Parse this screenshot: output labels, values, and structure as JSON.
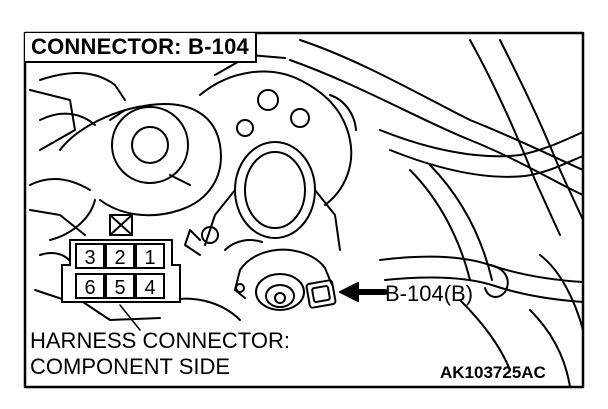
{
  "title": "CONNECTOR: B-104",
  "callout_label": "B-104(B)",
  "harness_label_line1": "HARNESS CONNECTOR:",
  "harness_label_line2": "COMPONENT SIDE",
  "figure_code": "AK103725AC",
  "connector_pins": {
    "top_row": [
      "3",
      "2",
      "1"
    ],
    "bottom_row": [
      "6",
      "5",
      "4"
    ]
  }
}
